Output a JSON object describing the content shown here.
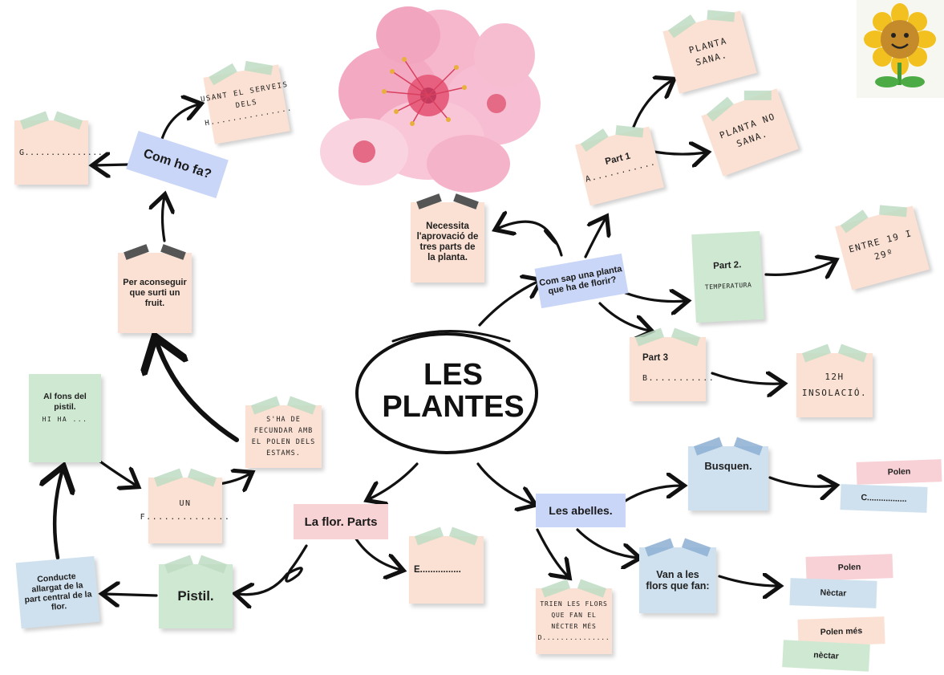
{
  "central": {
    "title": "LES PLANTES"
  },
  "left_branch": {
    "com_ho_fa": "Com ho fa?",
    "g_note": "G...............",
    "serveis_note": "USANT EL SERVEIS DELS H...............",
    "per_aconseguir": "Per aconseguir que surti un fruit.",
    "sha_de_fecundar": "S'HA DE FECUNDAR AMB EL POLEN DELS ESTAMS.",
    "un_f": "UN F..............",
    "al_fons": "Al fons del pistil.",
    "hi_ha": "HI HA ...",
    "conducte": "Conducte allargat de la part central de la flor.",
    "pistil": "Pistil."
  },
  "bottom_branch": {
    "la_flor": "La flor. Parts",
    "e_note": "E................"
  },
  "right_branch": {
    "com_sap": "Com sap una planta que ha de florir?",
    "necessita": "Necessita l'aprovació de tres parts de la planta.",
    "part1_title": "Part 1",
    "part1_value": "A...........",
    "planta_sana": "PLANTA SANA.",
    "planta_no_sana": "PLANTA NO SANA.",
    "part2_title": "Part 2.",
    "part2_value": "TEMPERATURA",
    "entre": "ENTRE 19 I 29º",
    "part3_title": "Part 3",
    "part3_value": "B...........",
    "insolacio": "12H INSOLACIÓ."
  },
  "bees_branch": {
    "les_abelles": "Les abelles.",
    "busquen": "Busquen.",
    "polen_1": "Polen",
    "c_note": "C.................",
    "van_a": "Van a les flors que fan:",
    "polen_2": "Polen",
    "nectar": "Nèctar",
    "polen_mes": "Polen més",
    "nectar_lower": "nèctar",
    "trien": "TRIEN LES FLORS QUE FAN EL NÈCTER MÉS D..............."
  },
  "colors": {
    "peach": "#fbe1d3",
    "green": "#cfe8d2",
    "blue": "#cfe1ee",
    "pink": "#f7d1d6",
    "label_blue": "#c9d6f7",
    "label_pink": "#f8d3d5",
    "arrow": "#111111"
  },
  "images": {
    "flower": "pink-blossom-image",
    "sunflower": "sunflower-icon"
  }
}
